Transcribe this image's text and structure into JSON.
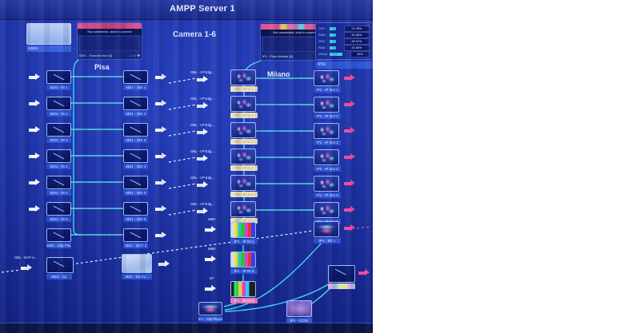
{
  "header": {
    "title": "AMPP Server 1"
  },
  "labels": {
    "camera": "Camera 1-6",
    "pisa": "Pisa",
    "milano": "Milano"
  },
  "devices": {
    "sdi01": "SDI01",
    "ip01": "IP01"
  },
  "monitors": {
    "pisa": {
      "status": "Not connected, click to connect",
      "name": "SDI1 - Flow Monitor [0]"
    },
    "milano": {
      "status": "Not connected, click to connect",
      "name": "IP1 - Flow Monitor [0]"
    }
  },
  "icons": {
    "speaker": "♪",
    "gear": "☼",
    "expand": "✚"
  },
  "stats": {
    "rows": [
      {
        "label": "CPU",
        "value": "92.39%"
      },
      {
        "label": "RAM",
        "value": "85.66%"
      },
      {
        "label": "GPU",
        "value": "88.67%"
      },
      {
        "label": "RAM",
        "value": "83.85%"
      },
      {
        "label": "VRAM",
        "value": "30%"
      }
    ]
  },
  "rows": [
    {
      "in": "SDI1 - IN 1",
      "sdi": "SDI1 - SDI 1",
      "edge": "GBL - VP-Edg...",
      "mid": "IP1 - IP In 1",
      "out": "IP1 - IP Out 1"
    },
    {
      "in": "SDI1 - IN 2",
      "sdi": "SDI1 - SDI 2",
      "edge": "GBL - VP-Edg...",
      "mid": "IP1 - IP In 2",
      "out": "IP1 - IP Out 2"
    },
    {
      "in": "SDI1 - IN 3",
      "sdi": "SDI1 - SDI 3",
      "edge": "GBL - VP-Edg...",
      "mid": "IP1 - IP In 3",
      "out": "IP1 - IP Out 3"
    },
    {
      "in": "SDI1 - IN 4",
      "sdi": "SDI1 - SDI 4",
      "edge": "GBL - VP-Edg...",
      "mid": "IP1 - IP In 4",
      "out": "IP1 - IP Out 4"
    },
    {
      "in": "SDI1 - IN 5",
      "sdi": "SDI1 - SDI 5",
      "edge": "GBL - VP-Edg...",
      "mid": "IP1 - IP In 5",
      "out": "IP1 - IP Out 5"
    },
    {
      "in": "SDI1 - IN 6",
      "sdi": "SDI1 - SDI 6",
      "edge": "GBL - VP-Edg...",
      "mid": "IP1 - IP In 6",
      "out": "IP1 - IP Out 6"
    }
  ],
  "row7": {
    "clip": "SDI1 - Clip Pla...",
    "out": "SDI1 - OUT 1",
    "sd": "IP1 - SD 1"
  },
  "bottom_left": {
    "edge": "GBL - NVP-A...",
    "node": "SDI1 - Q1",
    "int": "SDI1 - Int Ou..."
  },
  "ip_in": [
    {
      "tag": "MBR",
      "label": "IP1 - IP IN 1"
    },
    {
      "tag": "MBR",
      "label": "IP1 - IP IN 2"
    },
    {
      "tag": "BT",
      "label": "IP1 - IP IN 3"
    }
  ],
  "bottom": {
    "clip_player": "IP1 - Clip Player",
    "cc": "IP1 - CC01"
  }
}
